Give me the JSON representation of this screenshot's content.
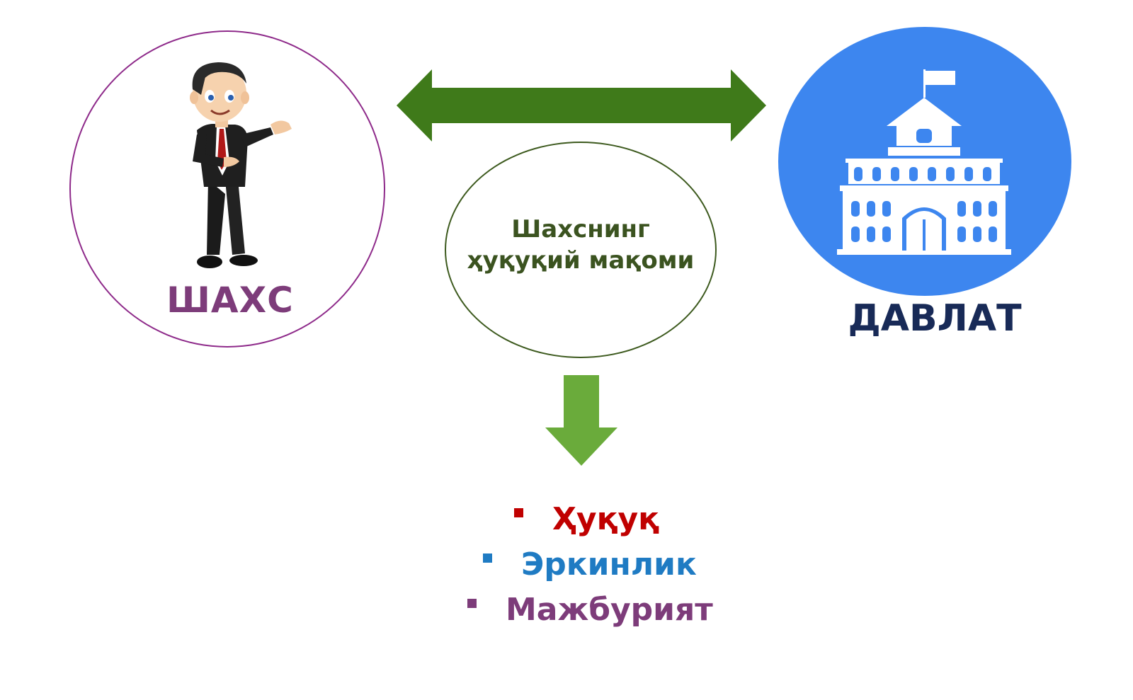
{
  "person": {
    "label": "ШАХС"
  },
  "state": {
    "label": "ДАВЛАТ"
  },
  "center": {
    "line1": "Шахснинг",
    "line2": "ҳуқуқий мақоми"
  },
  "list": {
    "items": [
      {
        "text": "Ҳуқуқ",
        "color": "#c00000"
      },
      {
        "text": "Эркинлик",
        "color": "#1f7bc3"
      },
      {
        "text": "Мажбурият",
        "color": "#7d3c7a"
      }
    ]
  },
  "colors": {
    "arrow_dark_green": "#3f7a1a",
    "arrow_light_green": "#6aab3b",
    "state_blue": "#3d86ef",
    "person_circle": "#8e2a8a"
  },
  "icons": {
    "person": "businessman-icon",
    "building": "government-building-icon",
    "double_arrow": "double-arrow-icon",
    "down_arrow": "down-arrow-icon"
  }
}
